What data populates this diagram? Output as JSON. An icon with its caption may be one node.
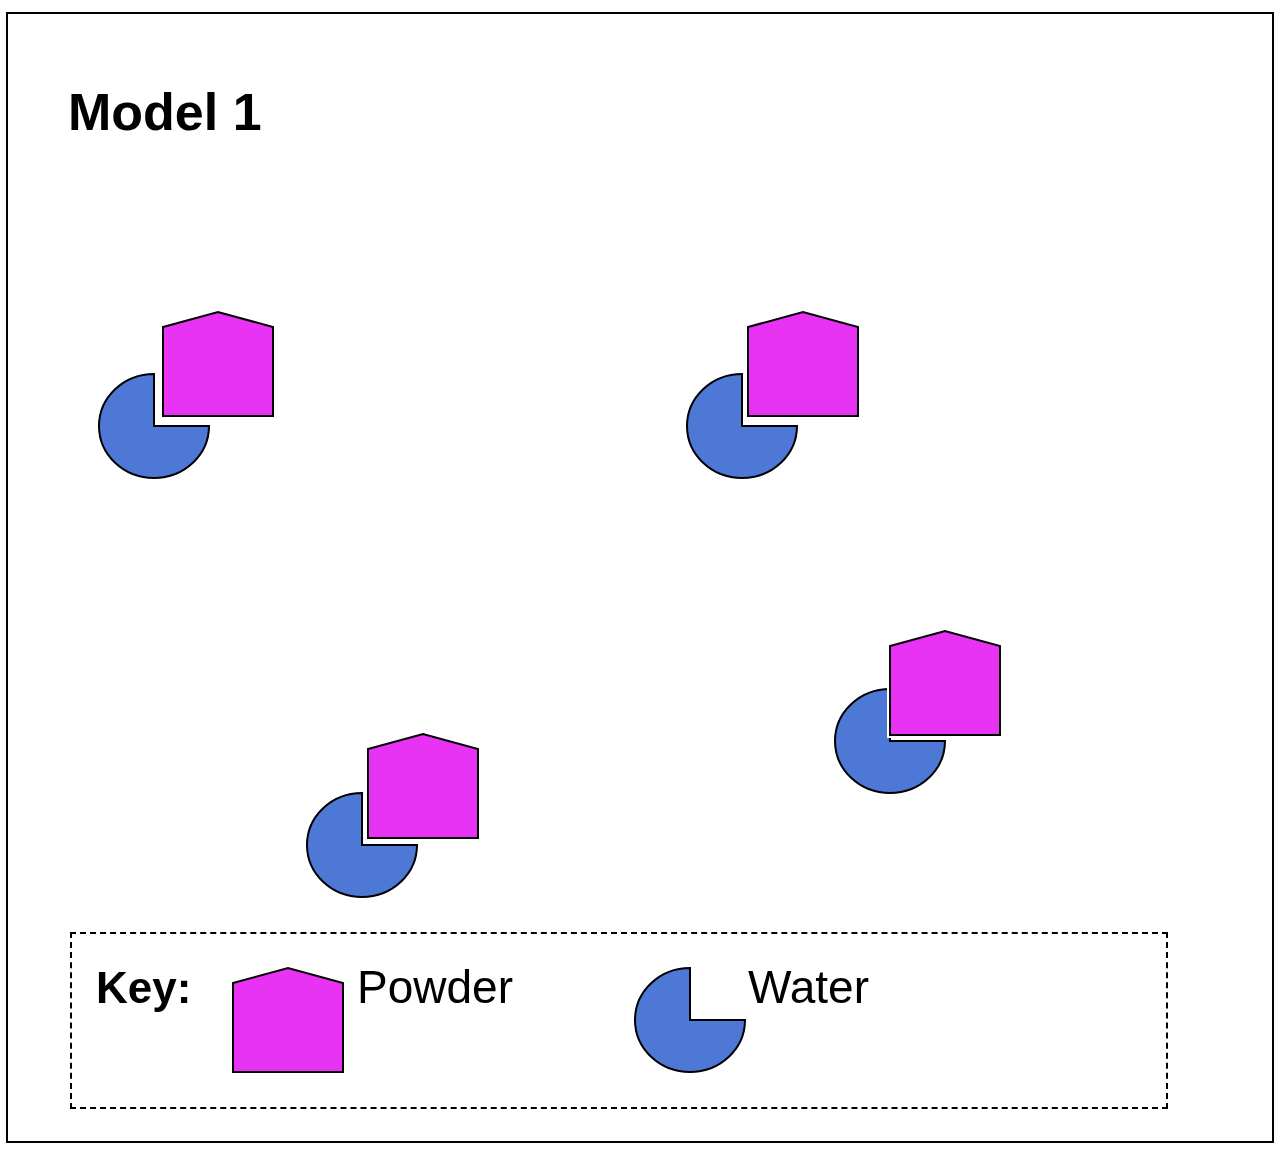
{
  "diagram": {
    "title": "Model 1",
    "labels": [
      "Key:"
    ],
    "legend": [
      {
        "text": "Powder"
      },
      {
        "text": "Water"
      }
    ]
  }
}
